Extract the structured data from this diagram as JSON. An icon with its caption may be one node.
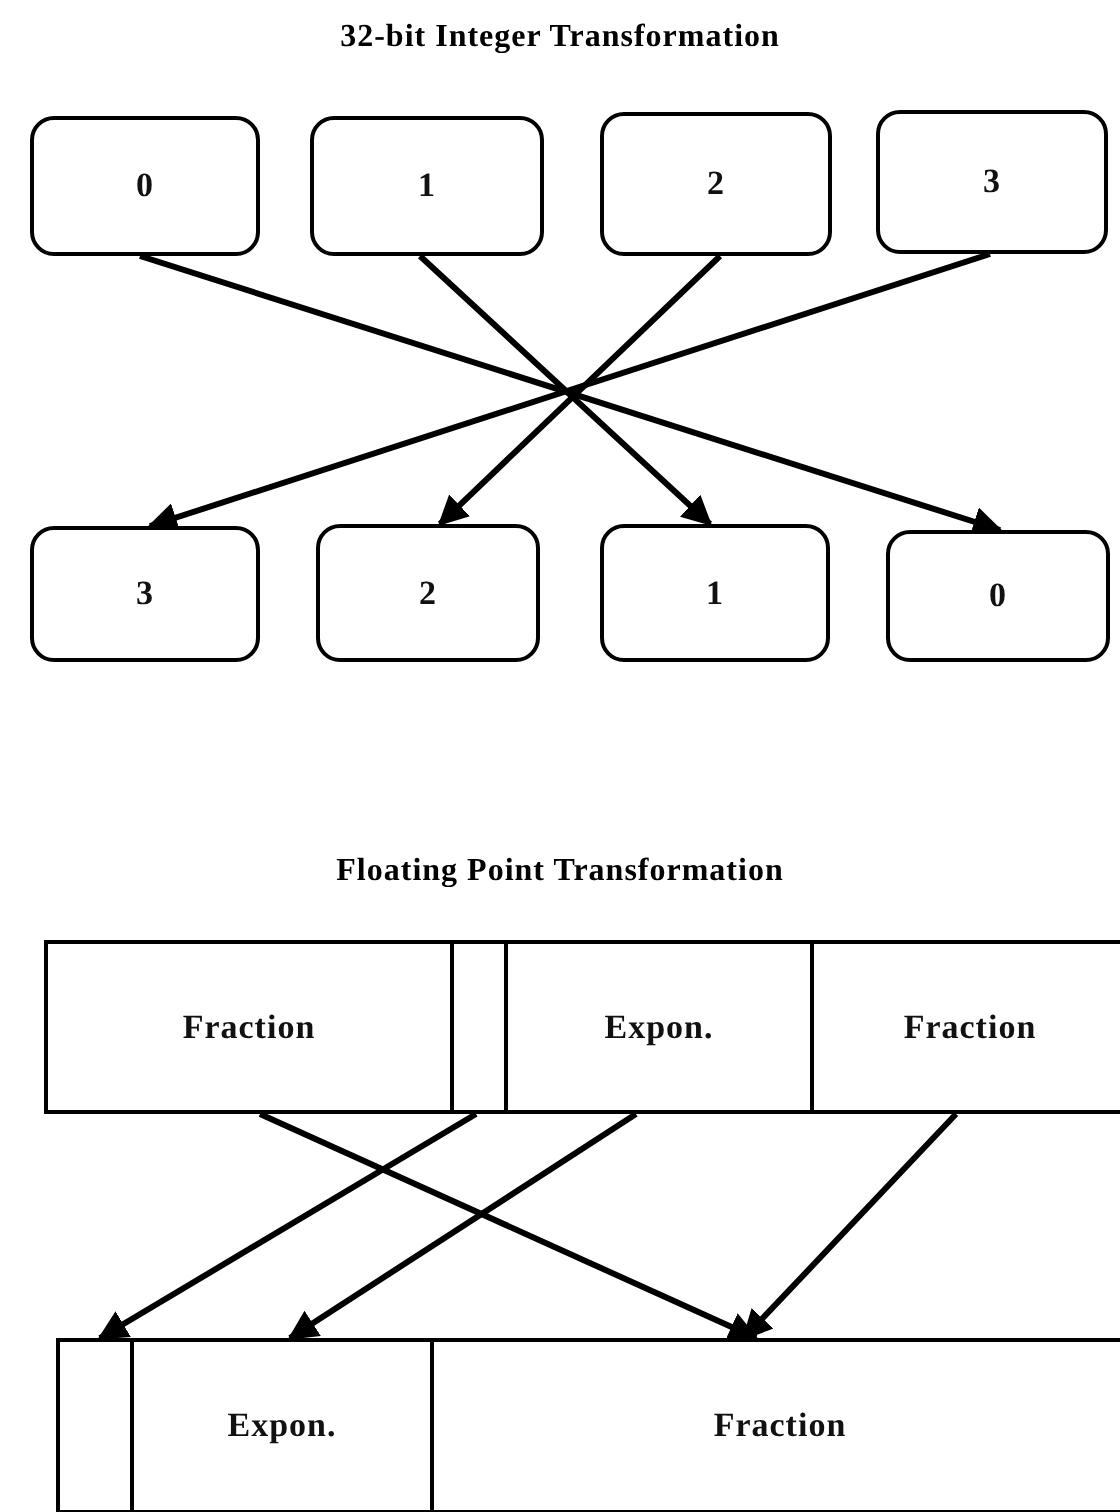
{
  "diagram": {
    "title": "32-bit Integer Transformation",
    "nodes": [
      {
        "text": [
          "0"
        ]
      },
      {
        "text": [
          "1"
        ]
      },
      {
        "text": [
          "2"
        ]
      },
      {
        "text": [
          "3"
        ]
      },
      {
        "text": [
          "3"
        ]
      },
      {
        "text": [
          "2"
        ]
      },
      {
        "text": [
          "1"
        ]
      },
      {
        "text": [
          "0"
        ]
      },
      {
        "text": [
          "Fraction"
        ]
      },
      {
        "text": [],
        "shape": "box"
      },
      {
        "text": [
          "Expon."
        ]
      },
      {
        "text": [
          "Fraction"
        ]
      },
      {
        "text": [],
        "shape": "box"
      },
      {
        "text": [
          "Expon."
        ]
      },
      {
        "text": [
          "Fraction"
        ]
      }
    ],
    "edges": [
      {
        "from": 0,
        "to": 7,
        "arrow": "to"
      },
      {
        "from": 1,
        "to": 6,
        "arrow": "to"
      },
      {
        "from": 2,
        "to": 5,
        "arrow": "to"
      },
      {
        "from": 3,
        "to": 4,
        "arrow": "to"
      },
      {
        "from": 8,
        "to": 14,
        "arrow": "to"
      },
      {
        "from": 9,
        "to": 12,
        "arrow": "to"
      },
      {
        "from": 10,
        "to": 13,
        "arrow": "to"
      },
      {
        "from": 11,
        "to": 14,
        "arrow": "to"
      }
    ],
    "labels": [
      "Floating Point Transformation"
    ]
  }
}
